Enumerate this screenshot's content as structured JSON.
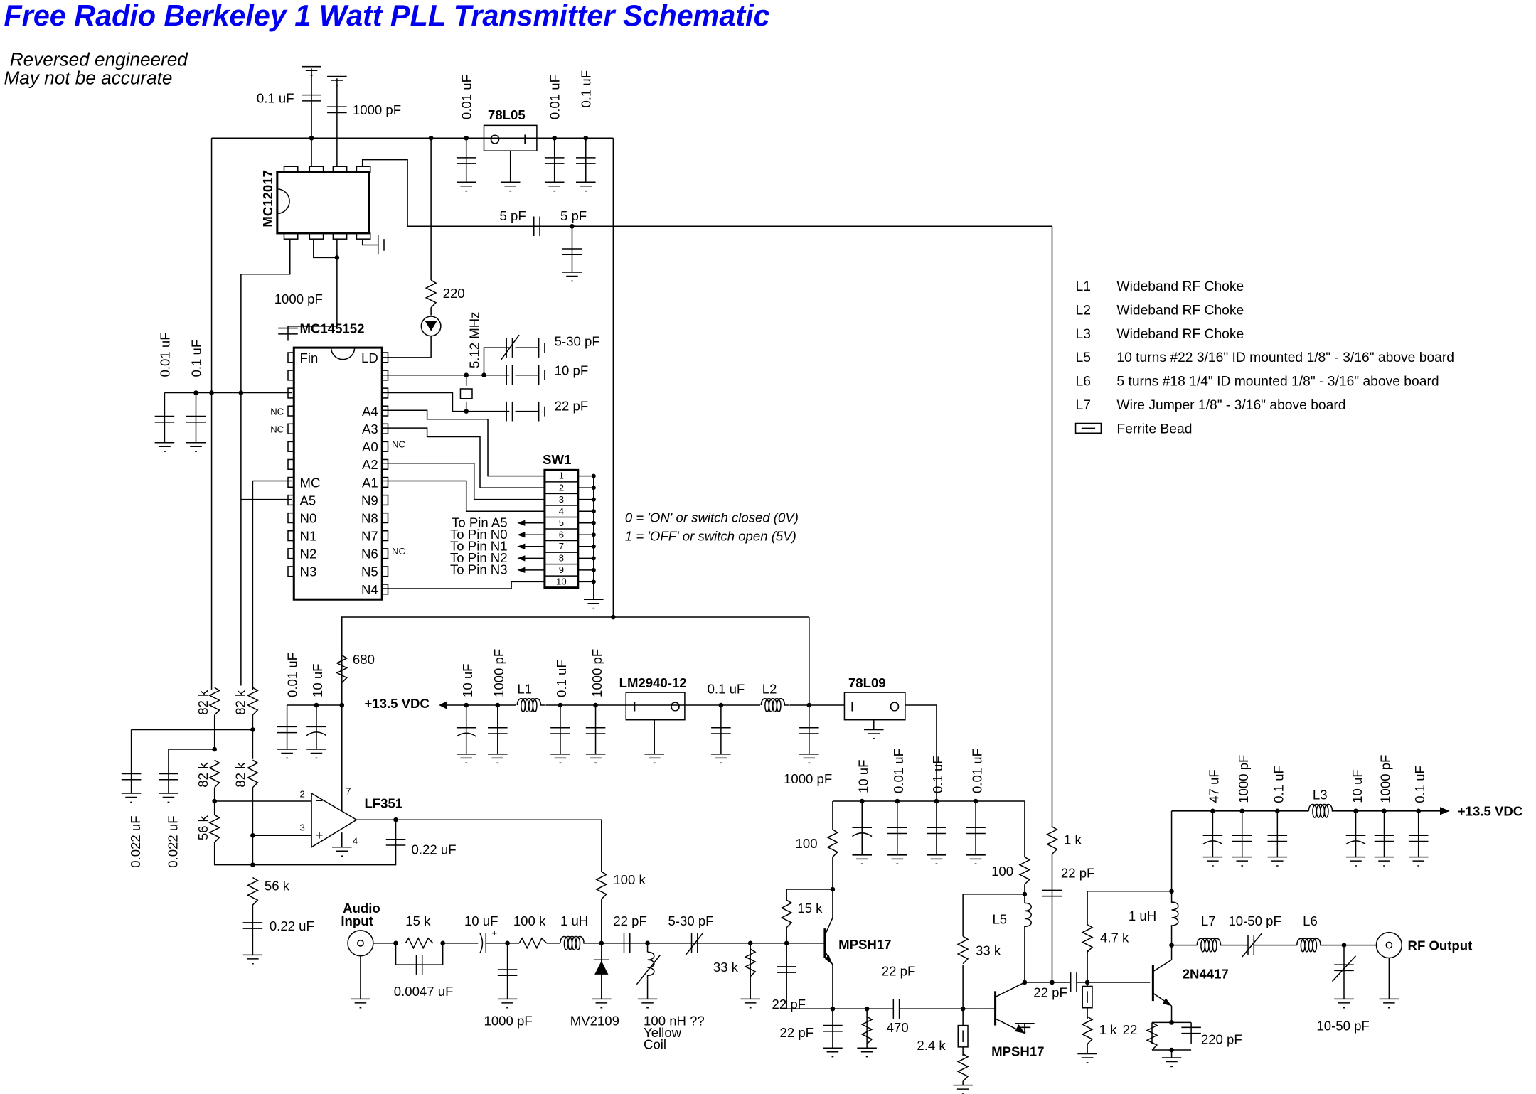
{
  "title": "Free Radio Berkeley 1 Watt PLL Transmitter Schematic",
  "title_color": "#0000ee",
  "notes": [
    "Reversed engineered",
    "May not be accurate"
  ],
  "switch_note": [
    "0 = 'ON' or switch closed (0V)",
    "1 = 'OFF' or switch open (5V)"
  ],
  "legend": [
    {
      "ref": "L1",
      "desc": "Wideband RF Choke"
    },
    {
      "ref": "L2",
      "desc": "Wideband RF Choke"
    },
    {
      "ref": "L3",
      "desc": "Wideband RF Choke"
    },
    {
      "ref": "L5",
      "desc": "10 turns #22 3/16\" ID mounted 1/8\" - 3/16\" above board"
    },
    {
      "ref": "L6",
      "desc": "5 turns #18 1/4\" ID mounted 1/8\" - 3/16\" above board"
    },
    {
      "ref": "L7",
      "desc": "Wire Jumper 1/8\" - 3/16\" above board"
    },
    {
      "ref": "ferrite-bead-icon",
      "desc": "Ferrite Bead"
    }
  ],
  "ics": {
    "mc12017": "MC12017",
    "mc145152": "MC145152",
    "reg_78l05": "78L05",
    "reg_lm2940": "LM2940-12",
    "reg_78l09": "78L09",
    "opamp": "LF351",
    "q1": "MPSH17",
    "q2": "MPSH17",
    "q3": "2N4417",
    "diode": "MV2109",
    "sw1": "SW1",
    "crystal": "5.12 MHz"
  },
  "reg_pins": {
    "in": "I",
    "out": "O"
  },
  "mc145152_left_pins": [
    "Fin",
    "",
    "",
    "",
    "",
    "",
    "",
    "MC",
    "A5",
    "N0",
    "N1",
    "N2",
    "N3"
  ],
  "mc145152_right_pins": [
    "LD",
    "",
    "",
    "A4",
    "A3",
    "A0",
    "A2",
    "A1",
    "N9",
    "N8",
    "N7",
    "N6",
    "N5",
    "N4"
  ],
  "nc": "NC",
  "sw1_positions": [
    "1",
    "2",
    "3",
    "4",
    "5",
    "6",
    "7",
    "8",
    "9",
    "10"
  ],
  "sw1_outputs": [
    "To Pin A5",
    "To Pin N0",
    "To Pin N1",
    "To Pin N2",
    "To Pin N3"
  ],
  "opamp_pins": {
    "inv": "2",
    "noninv": "3",
    "vplus": "7",
    "gnd": "4",
    "minus_sign": "−",
    "plus_sign": "+"
  },
  "supply": {
    "in_label": "+13.5 VDC",
    "out_label": "+13.5 VDC"
  },
  "connectors": {
    "audio_in": [
      "Audio",
      "Input"
    ],
    "rf_out": "RF Output"
  },
  "values": {
    "c_top_01uf": "0.1 uF",
    "c_top_1000pf": "1000 pF",
    "c_78l05_in": "0.01 uF",
    "c_78l05_out1": "0.01 uF",
    "c_78l05_out2": "0.1 uF",
    "c_5pf_a": "5 pF",
    "c_5pf_b": "5 pF",
    "r_220": "220",
    "c_fin_1000pf": "1000 pF",
    "c_trim_530": "5-30 pF",
    "c_10pf": "10 pF",
    "c_22pf_xtal": "22 pF",
    "c_vdd_001": "0.01 uF",
    "c_vdd_01": "0.1 uF",
    "r_82k_1": "82 k",
    "r_82k_2": "82 k",
    "r_82k_3": "82 k",
    "r_82k_4": "82 k",
    "r_56k_a": "56 k",
    "r_56k_b": "56 k",
    "c_0022_1": "0.022 uF",
    "c_0022_2": "0.022 uF",
    "c_op_001": "0.01 uF",
    "c_op_10": "10 uF",
    "r_680": "680",
    "c_op_out": "0.22 uF",
    "c_56k_022": "0.22 uF",
    "r_100k_bias": "100 k",
    "c_in_10uf": "10 uF",
    "c_in_1000pf": "1000 pF",
    "l1": "L1",
    "c_l1_01": "0.1 uF",
    "c_l1_1000": "1000 pF",
    "c_lm_01": "0.1 uF",
    "l2": "L2",
    "c_l2_1000": "1000 pF",
    "r_15k_in": "15 k",
    "c_00047": "0.0047 uF",
    "c_audio_10uf": "10 uF",
    "r_100k_audio": "100 k",
    "l_1uh_audio": "1 uH",
    "c_audio_1000pf": "1000 pF",
    "c_22pf_vco": "22 pF",
    "c_trim_vco": "5-30 pF",
    "l_yellow": [
      "100 nH ??",
      "Yellow",
      "Coil"
    ],
    "r_33k_q1": "33 k",
    "c_dec_10uf": "10 uF",
    "c_dec_001a": "0.01 uF",
    "c_dec_01": "0.1 uF",
    "c_dec_001b": "0.01 uF",
    "r_100_q1": "100",
    "r_15k_q1": "15 k",
    "c_22pf_q1a": "22 pF",
    "c_22pf_q1b": "22 pF",
    "r_470": "470",
    "c_22pf_coup": "22 pF",
    "r_33k_q2": "33 k",
    "r_24k": "2.4 k",
    "r_100_q2": "100",
    "l5": "L5",
    "r_1k_pll": "1 k",
    "c_22pf_pll": "22 pF",
    "c_22pf_q3": "22 pF",
    "r_47k": "4.7 k",
    "r_1k_q3": "1 k",
    "r_22_q3": "22",
    "c_220pf": "220 pF",
    "l_1uh_q3": "1 uH",
    "l7": "L7",
    "c_trim_1050a": "10-50 pF",
    "l6": "L6",
    "c_trim_1050b": "10-50 pF",
    "c_out_47uf": "47 uF",
    "c_out_1000a": "1000 pF",
    "c_out_01a": "0.1 uF",
    "l3": "L3",
    "c_out_10uf": "10 uF",
    "c_out_1000b": "1000 pF",
    "c_out_01b": "0.1 uF"
  }
}
